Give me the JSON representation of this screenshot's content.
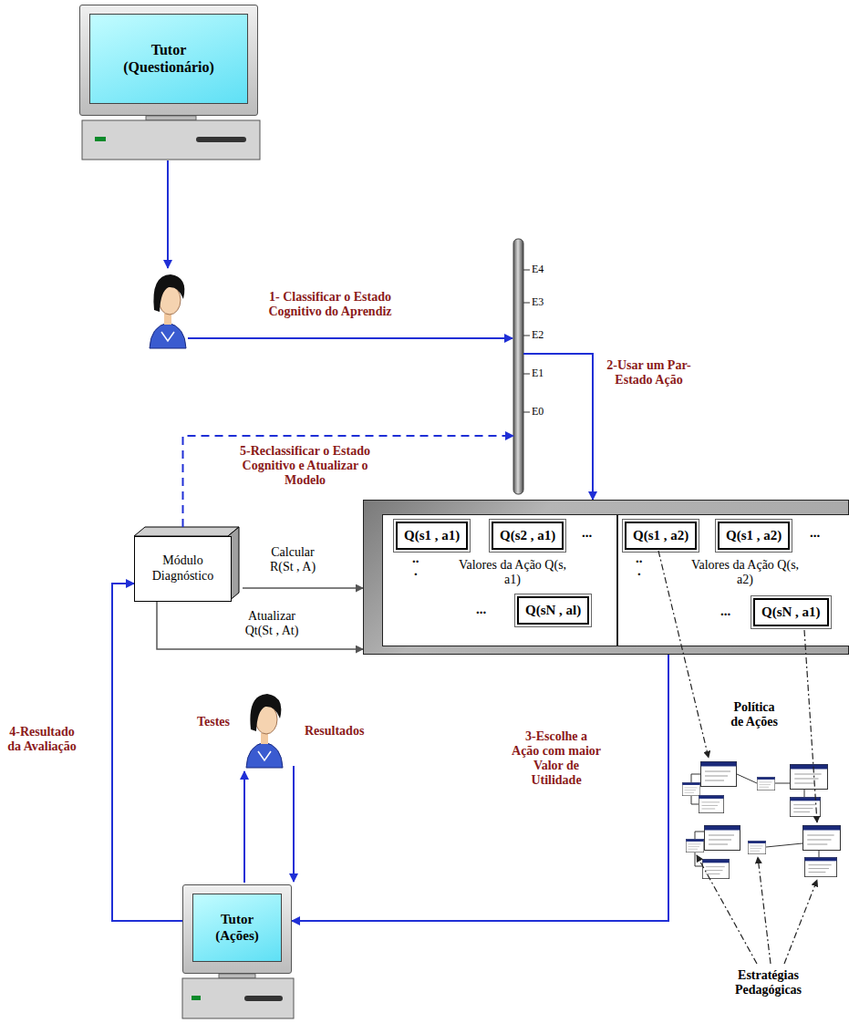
{
  "diagram": {
    "nodes": [
      {
        "text": [
          "Tutor (Questionário)"
        ]
      },
      {
        "text": [
          "E4",
          "E3",
          "E2",
          "E1",
          "E0"
        ]
      },
      {
        "text": [
          "Módulo Diagnóstico"
        ]
      },
      {
        "text": []
      },
      {
        "text": [
          "Valores da Ação Q(s, a1)"
        ],
        "in": 3
      },
      {
        "text": [
          "Q(s1 , a1)"
        ],
        "in": 4
      },
      {
        "text": [
          "Q(s2 , a1)"
        ],
        "in": 4
      },
      {
        "text": [
          "Q(sN , al)"
        ],
        "in": 4
      },
      {
        "text": [
          "Valores da Ação Q(s, a2)"
        ],
        "in": 3
      },
      {
        "text": [
          "Q(s1 , a2)"
        ],
        "in": 8
      },
      {
        "text": [
          "Q(s1 , a2)"
        ],
        "in": 8
      },
      {
        "text": [
          "Q(sN , a1)"
        ],
        "in": 8
      },
      {
        "text": [
          "Tutor (Ações)"
        ]
      }
    ],
    "edges": [
      {
        "from": 1,
        "to": 3,
        "arrow": "to",
        "label": "2-Usar um Par-Estado Ação"
      },
      {
        "from": 2,
        "to": 1,
        "arrow": "to",
        "label": "5-Reclassificar o Estado Cognitivo e Atualizar o Modelo"
      },
      {
        "from": 2,
        "to": 3,
        "arrow": "to",
        "label": "Calcular R(St , A)"
      },
      {
        "from": 2,
        "to": 3,
        "arrow": "to",
        "label": "Atualizar Qt(St , At)"
      },
      {
        "from": 3,
        "to": 12,
        "arrow": "to",
        "label": "3-Escolhe a Ação com maior Valor de Utilidade"
      },
      {
        "from": 12,
        "to": 2,
        "arrow": "to",
        "label": "4-Resultado da Avaliação"
      }
    ],
    "labels": [
      "1- Classificar o Estado Cognitivo do Aprendiz",
      "...",
      "...",
      "...",
      "...",
      "...",
      "...",
      "Política de Ações",
      "Testes",
      "Resultados",
      "Estratégias Pedagógicas"
    ]
  }
}
